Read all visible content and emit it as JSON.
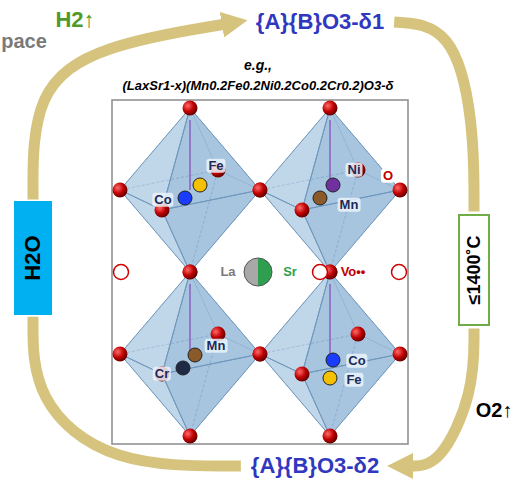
{
  "diagram": {
    "nodes": [
      {
        "text": [
          "{A}{B}O3-δ1"
        ]
      },
      {
        "text": [
          "≤1400˚C"
        ]
      },
      {
        "text": [
          "{A}{B}O3-δ2"
        ]
      },
      {
        "text": [
          "H2O"
        ]
      }
    ],
    "edges": [
      {
        "from": 0,
        "to": 1,
        "arrow": "none"
      },
      {
        "from": 1,
        "to": 2,
        "arrow": "to"
      },
      {
        "from": 2,
        "to": 3,
        "arrow": "none"
      },
      {
        "from": 3,
        "to": 0,
        "arrow": "to"
      }
    ],
    "labels": [
      "pace",
      "H2↑",
      "e.g.,",
      "(LaxSr1-x)(Mn0.2Fe0.2Ni0.2Co0.2Cr0.2)O3-δ",
      "Co",
      "Fe",
      "Ni",
      "O",
      "Mn",
      "La",
      "Sr",
      "Vo••",
      "Mn",
      "Cr",
      "Co",
      "Fe",
      "O2↑"
    ]
  }
}
